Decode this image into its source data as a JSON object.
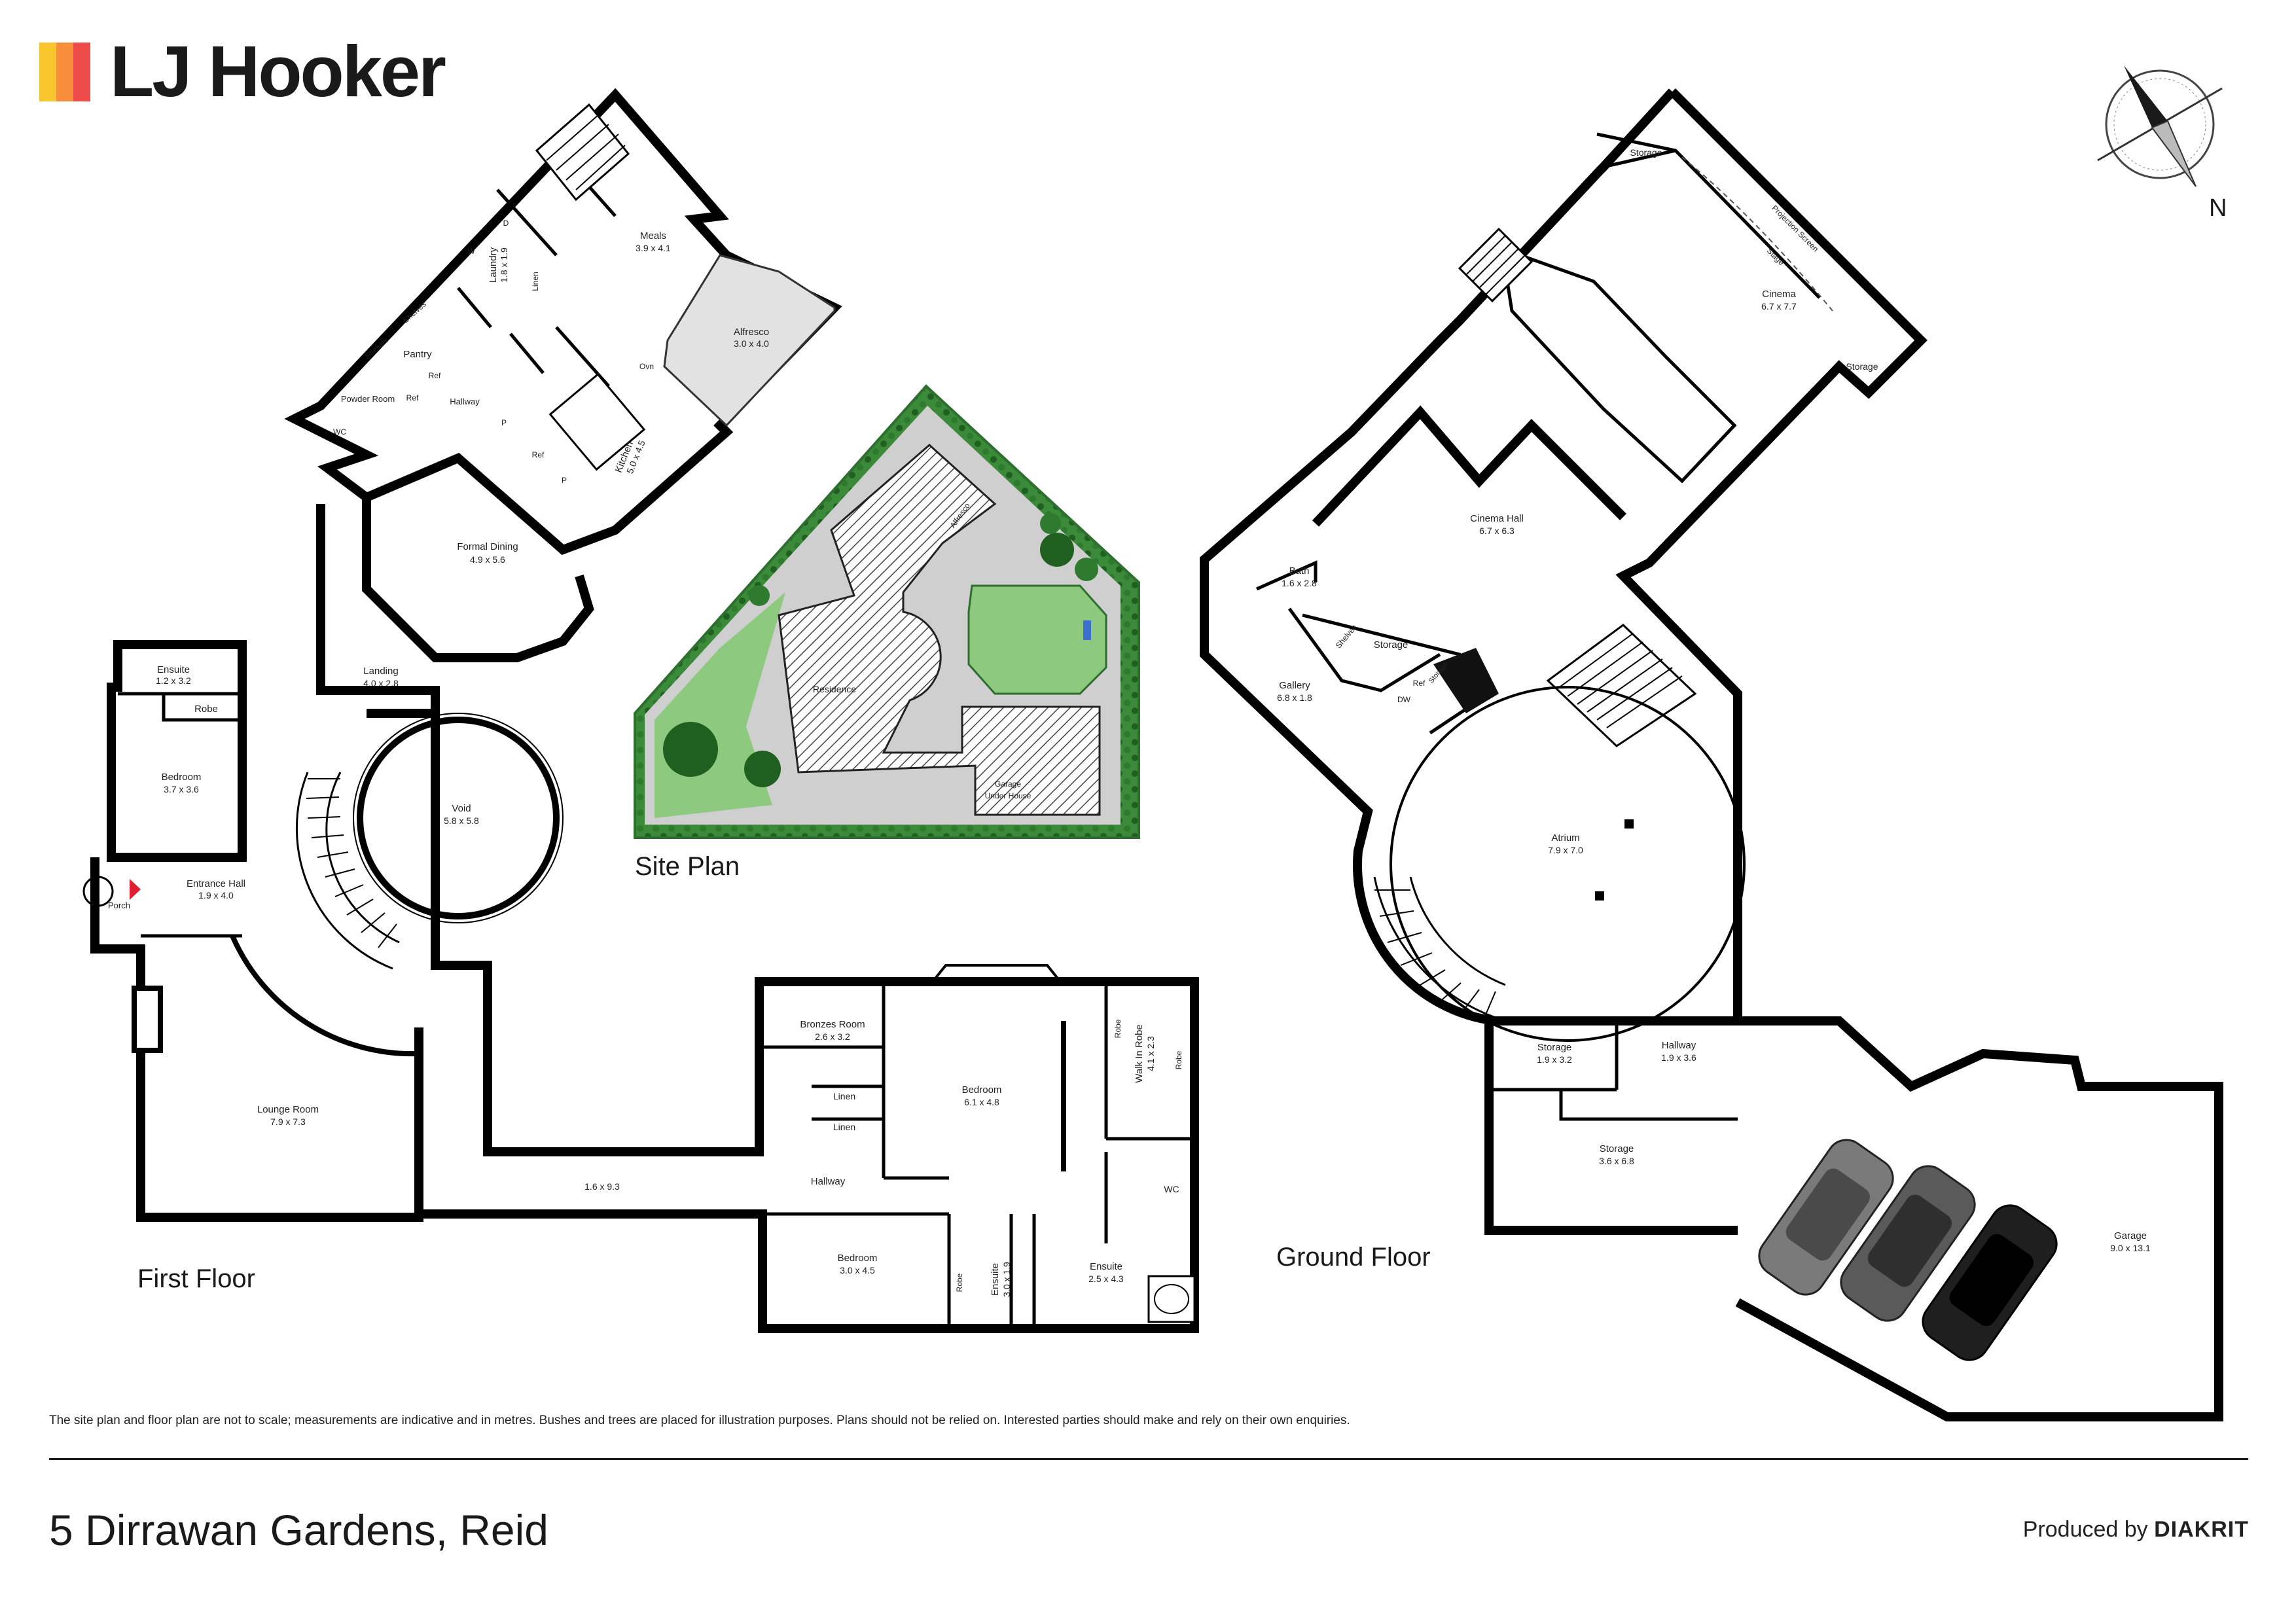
{
  "brand": {
    "name": "LJ Hooker",
    "bar_colors": [
      "#f9c62d",
      "#f68e3c",
      "#ef4b4b"
    ]
  },
  "compass": {
    "label": "N"
  },
  "site_plan": {
    "title": "Site Plan",
    "labels": {
      "residence": "Residence",
      "alfresco": "Alfresco",
      "garage": "Garage",
      "garage_sub": "Under House"
    }
  },
  "first_floor": {
    "title": "First Floor",
    "rooms": [
      {
        "name": "Meals",
        "dim": "3.9 x 4.1"
      },
      {
        "name": "Laundry",
        "dim": "1.8 x 1.9"
      },
      {
        "name": "Alfresco",
        "dim": "3.0 x 4.0"
      },
      {
        "name": "Pantry",
        "dim": ""
      },
      {
        "name": "Powder Room",
        "dim": ""
      },
      {
        "name": "Kitchen",
        "dim": "5.0 x 4.5"
      },
      {
        "name": "Hallway",
        "dim": ""
      },
      {
        "name": "Formal Dining",
        "dim": "4.9 x 5.6"
      },
      {
        "name": "Ensuite",
        "dim": "1.2 x 3.2"
      },
      {
        "name": "Landing",
        "dim": "4.0 x 2.8"
      },
      {
        "name": "Robe",
        "dim": ""
      },
      {
        "name": "Bedroom",
        "dim": "3.7 x 3.6"
      },
      {
        "name": "Void",
        "dim": "5.8 x 5.8"
      },
      {
        "name": "Entrance Hall",
        "dim": "1.9 x 4.0"
      },
      {
        "name": "Porch",
        "dim": ""
      },
      {
        "name": "Lounge Room",
        "dim": "7.9 x 7.3"
      },
      {
        "name": "Bronzes Room",
        "dim": "2.6 x 3.2"
      },
      {
        "name": "Bedroom",
        "dim": "6.1 x 4.8"
      },
      {
        "name": "Walk In Robe",
        "dim": "4.1 x 2.3"
      },
      {
        "name": "Linen",
        "dim": ""
      },
      {
        "name": "Linen",
        "dim": ""
      },
      {
        "name": "Hallway",
        "dim": ""
      },
      {
        "name": "",
        "dim": "1.6 x 9.3"
      },
      {
        "name": "WC",
        "dim": ""
      },
      {
        "name": "Bedroom",
        "dim": "3.0 x 4.5"
      },
      {
        "name": "Ensuite",
        "dim": "3.0 x 1.9"
      },
      {
        "name": "Ensuite",
        "dim": "2.5 x 4.3"
      }
    ],
    "fixtures": {
      "linen": "Linen",
      "shelves": "Shelves",
      "ref": "Ref",
      "oven": "Ovn",
      "wc": "WC",
      "robe": "Robe",
      "p": "P",
      "w": "W",
      "d": "D"
    }
  },
  "ground_floor": {
    "title": "Ground Floor",
    "rooms": [
      {
        "name": "Storage",
        "dim": ""
      },
      {
        "name": "Cinema",
        "dim": "6.7 x 7.7"
      },
      {
        "name": "Storage",
        "dim": ""
      },
      {
        "name": "Cinema Hall",
        "dim": "6.7 x 6.3"
      },
      {
        "name": "Bath",
        "dim": "1.6 x 2.8"
      },
      {
        "name": "Storage",
        "dim": ""
      },
      {
        "name": "Gallery",
        "dim": "6.8 x 1.8"
      },
      {
        "name": "Atrium",
        "dim": "7.9 x 7.0"
      },
      {
        "name": "Storage",
        "dim": "1.9 x 3.2"
      },
      {
        "name": "Hallway",
        "dim": "1.9 x 3.6"
      },
      {
        "name": "Storage",
        "dim": "3.6 x 6.8"
      },
      {
        "name": "Garage",
        "dim": "9.0 x 13.1"
      }
    ],
    "fixtures": {
      "projection_screen": "Projection Screen",
      "stage": "Stage",
      "shelves": "Shelves",
      "ref": "Ref",
      "dw": "DW",
      "storage": "Storage"
    }
  },
  "footer": {
    "disclaimer": "The site plan and floor plan are not to scale; measurements are indicative and in metres. Bushes and trees are placed for illustration purposes. Plans should not be relied on. Interested parties should make and rely on their own enquiries.",
    "address": "5 Dirrawan Gardens, Reid",
    "produced_by_prefix": "Produced by",
    "produced_by_brand": "DIAKRIT"
  }
}
